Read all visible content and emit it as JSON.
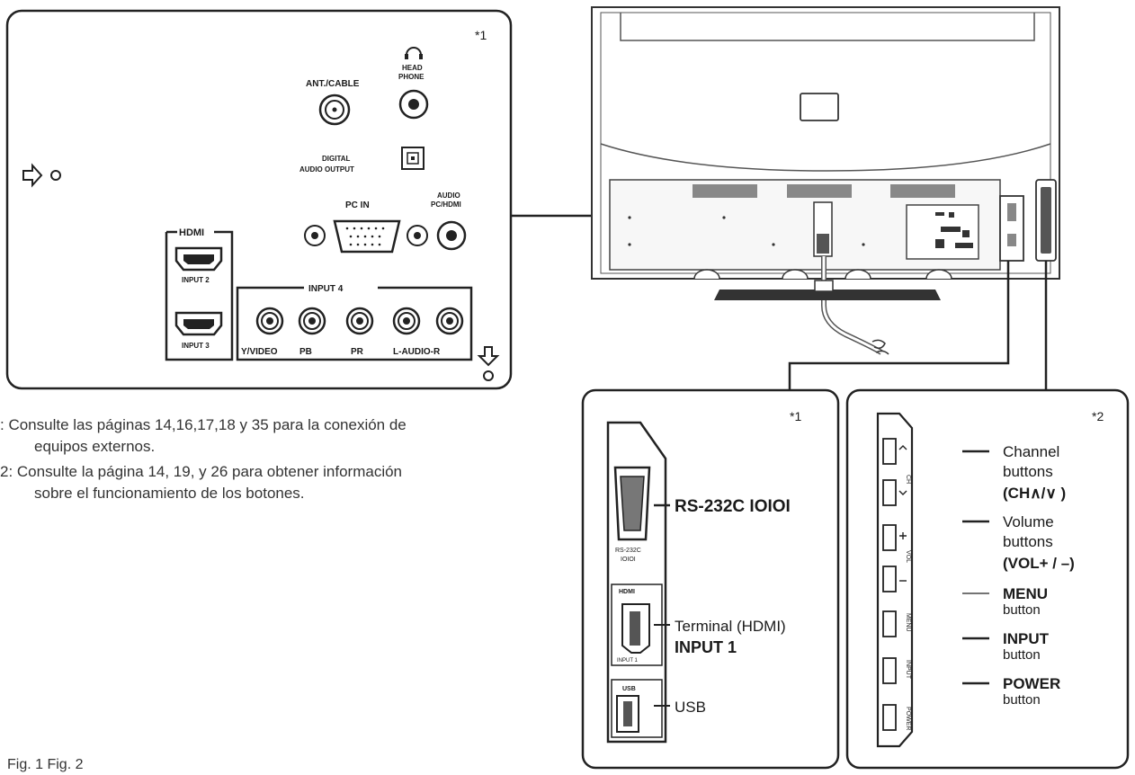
{
  "panel_main": {
    "marker": "*1",
    "labels": {
      "ant_cable": "ANT./CABLE",
      "headphone_1": "HEAD",
      "headphone_2": "PHONE",
      "digital_1": "DIGITAL",
      "digital_2": "AUDIO OUTPUT",
      "pc_in": "PC IN",
      "audio_1": "AUDIO",
      "audio_2": "PC/HDMI",
      "hdmi_logo": "HDMI",
      "input2": "INPUT 2",
      "input3": "INPUT 3",
      "input4": "INPUT 4",
      "y_video": "Y/VIDEO",
      "pb": "PB",
      "pr": "PR",
      "l_audio_r": "L-AUDIO-R"
    }
  },
  "notes": {
    "line1": ": Consulte las páginas 14,16,17,18 y 35 para la conexión de",
    "line1b": "equipos externos.",
    "line2": "2: Consulte la página 14, 19, y 26 para obtener información",
    "line2b": "sobre el funcionamiento de los botones."
  },
  "caption": "Fig. 1 Fig. 2",
  "panel_side1": {
    "marker": "*1",
    "rs232c": "RS-232C IOIOI",
    "rs232c_small_1": "RS-232C",
    "rs232c_small_2": "IOIOI",
    "hdmi_small": "HDMI",
    "input1_small": "INPUT 1",
    "terminal": "Terminal (HDMI)",
    "input1": "INPUT 1",
    "usb_small": "USB",
    "usb": "USB"
  },
  "panel_side2": {
    "marker": "*2",
    "channel": [
      "Channel",
      "buttons"
    ],
    "channel_code": "(CH∧/∨ )",
    "volume": [
      "Volume",
      "buttons"
    ],
    "volume_code": "(VOL+ / –)",
    "menu": "MENU",
    "menu_sub": "button",
    "input": "INPUT",
    "input_sub": "button",
    "power": "POWER",
    "power_sub": "button",
    "btn_ch": "CH",
    "btn_vol": "VOL",
    "btn_menu": "MENU",
    "btn_input": "INPUT",
    "btn_power": "POWER"
  }
}
